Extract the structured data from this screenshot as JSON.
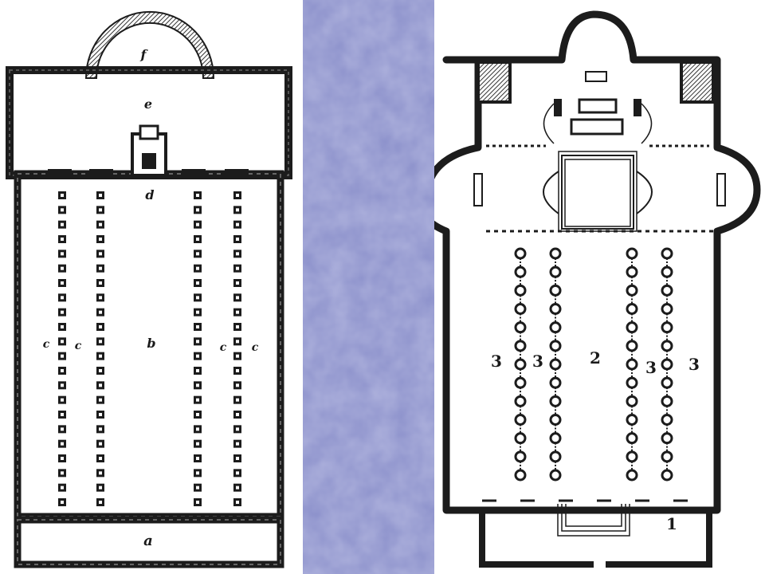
{
  "plan_left": {
    "labels": {
      "apse": "f",
      "transept": "e",
      "crossing": "d",
      "nave": "b",
      "aisle_outer_left": "c",
      "aisle_inner_left": "c",
      "aisle_inner_right": "c",
      "aisle_outer_right": "c",
      "narthex": "a"
    },
    "columns_per_row": 22
  },
  "plan_right": {
    "labels": {
      "narthex": "1",
      "nave": "2",
      "aisle_outer_left": "3",
      "aisle_inner_left": "3",
      "aisle_inner_right": "3",
      "aisle_outer_right": "3"
    },
    "columns_per_row": 13
  },
  "colors": {
    "wall": "#1c1c1c",
    "hatch": "#444444",
    "band": "#8a8fca",
    "band_texture": "#9aa0d6"
  }
}
